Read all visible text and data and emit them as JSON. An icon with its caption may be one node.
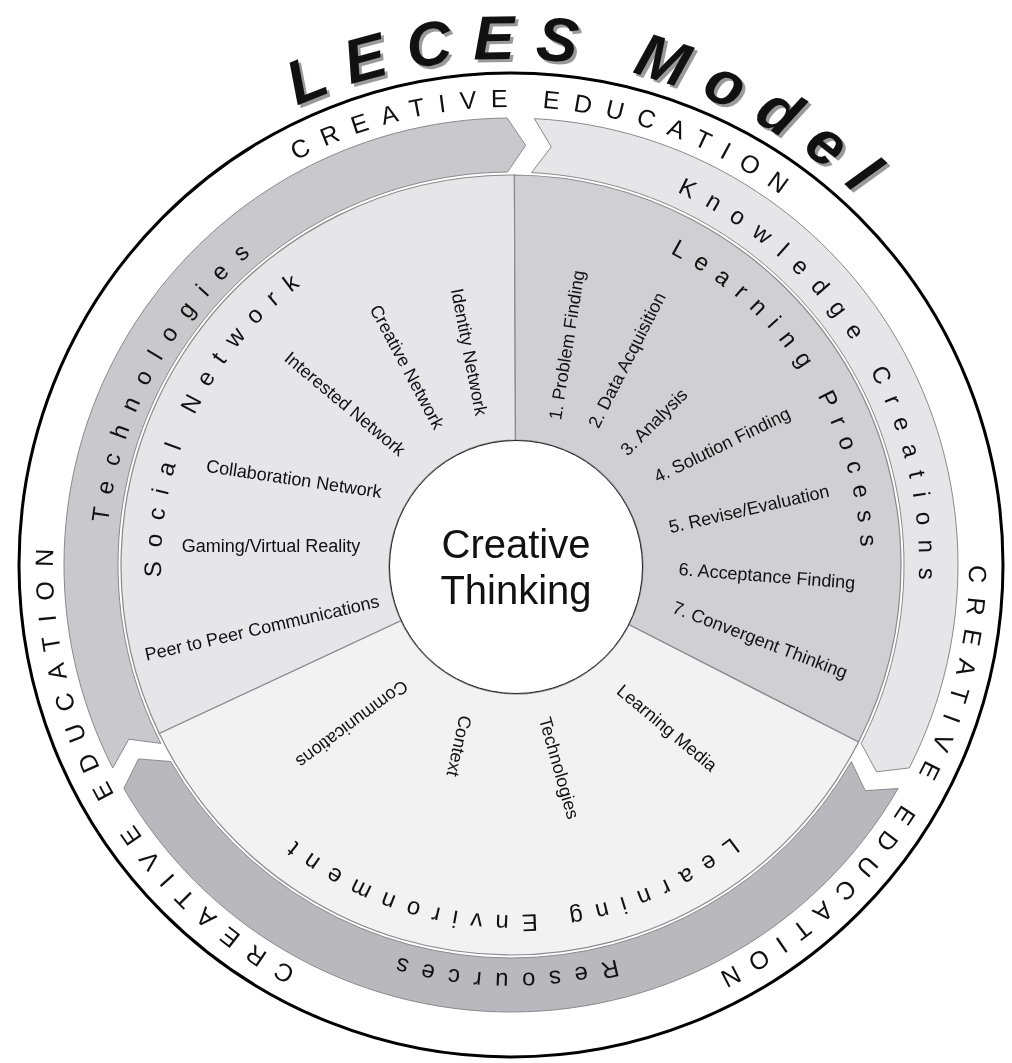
{
  "diagram": {
    "title": "LECES Model",
    "nodes": [
      {
        "text": [
          "Technologies"
        ]
      },
      {
        "text": [
          "Knowledge Creations"
        ]
      },
      {
        "text": [
          "Social Network",
          "Identity Network",
          "Creative Network",
          "Interested Network",
          "Collaboration Network",
          "Gaming/Virtual Reality",
          "Peer to Peer Communications"
        ]
      },
      {
        "text": [
          "Learning Process",
          "1. Problem Finding",
          "2. Data Acquisition",
          "3. Analysis",
          "4. Solution Finding",
          "5. Revise/Evaluation",
          "6. Acceptance Finding",
          "7. Convergent Thinking"
        ]
      },
      {
        "text": [
          "Creative Thinking"
        ]
      },
      {
        "text": [
          "Learning Environment",
          "Learning Media",
          "Technologies",
          "Context",
          "Communications"
        ]
      },
      {
        "text": [
          "Resources"
        ]
      }
    ],
    "labels": [
      "CREATIVE EDUCATION",
      "CREATIVE EDUCATION",
      "CREATIVE EDUCATION"
    ]
  }
}
